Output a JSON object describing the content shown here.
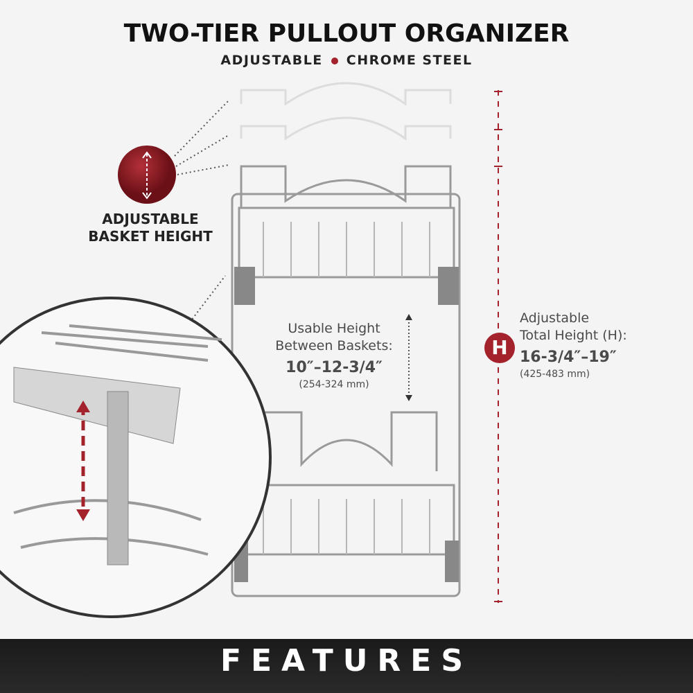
{
  "header": {
    "title": "TWO-TIER PULLOUT ORGANIZER",
    "subtitle_left": "ADJUSTABLE",
    "subtitle_right": "CHROME STEEL"
  },
  "callouts": {
    "adjustable_basket": {
      "line1": "ADJUSTABLE",
      "line2": "BASKET HEIGHT"
    },
    "usable_height": {
      "line1": "Usable Height",
      "line2": "Between Baskets:",
      "value": "10″–12-3/4″",
      "metric": "(254-324 mm)"
    },
    "total_height": {
      "line1": "Adjustable",
      "line2": "Total Height (H):",
      "value": "16-3/4″–19″",
      "metric": "(425-483 mm)",
      "badge": "H"
    }
  },
  "footer": {
    "label": "FEATURES"
  },
  "colors": {
    "accent": "#a3222b",
    "background": "#f4f4f4",
    "footer": "#1f1f1f"
  }
}
